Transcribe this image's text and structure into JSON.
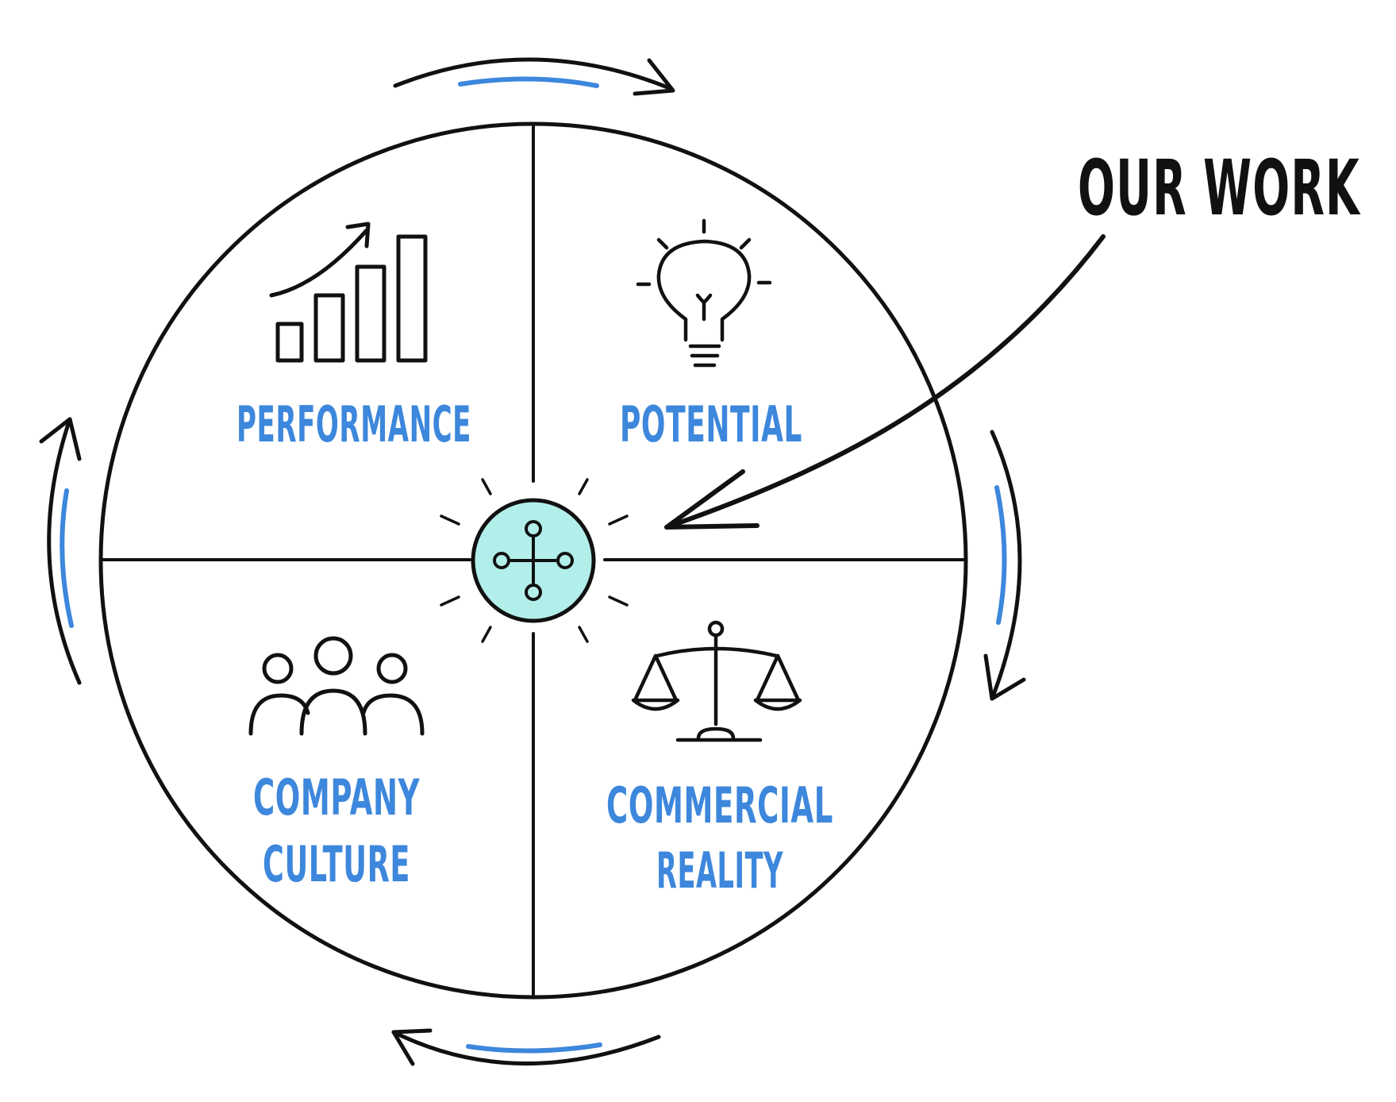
{
  "callout": {
    "text": "OUR WORK"
  },
  "quadrants": [
    {
      "icon": "bar-chart-growth-icon",
      "lines": [
        "PERFORMANCE"
      ]
    },
    {
      "icon": "lightbulb-icon",
      "lines": [
        "POTENTIAL"
      ]
    },
    {
      "icon": "people-group-icon",
      "lines": [
        "COMPANY",
        "CULTURE"
      ]
    },
    {
      "icon": "balance-scale-icon",
      "lines": [
        "COMMERCIAL",
        "REALITY"
      ]
    }
  ],
  "center": {
    "icon": "hub-cross-icon"
  },
  "colors": {
    "ink": "#111111",
    "label": "#3d87dc",
    "center_fill": "#b3efea",
    "accent": "#3d87dc"
  }
}
